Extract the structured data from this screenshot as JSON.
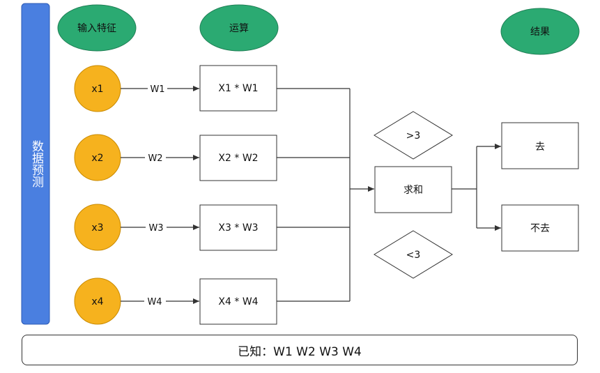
{
  "side_label": "数据预测",
  "headers": {
    "input": "输入特征",
    "ops": "运算",
    "result": "结果"
  },
  "inputs": [
    {
      "label": "x1",
      "weight": "W1",
      "op": "X1 * W1"
    },
    {
      "label": "x2",
      "weight": "W2",
      "op": "X2 * W2"
    },
    {
      "label": "x3",
      "weight": "W3",
      "op": "X3 * W3"
    },
    {
      "label": "x4",
      "weight": "W4",
      "op": "X4 * W4"
    }
  ],
  "sum_label": "求和",
  "conditions": {
    "greater": ">3",
    "less": "<3"
  },
  "outcomes": {
    "go": "去",
    "not_go": "不去"
  },
  "known": "已知：W1 W2 W3 W4",
  "colors": {
    "side_bar": "#4A7FE0",
    "header_ellipse": "#2BAA72",
    "input_circle": "#F6B21E",
    "stroke": "#333333"
  }
}
